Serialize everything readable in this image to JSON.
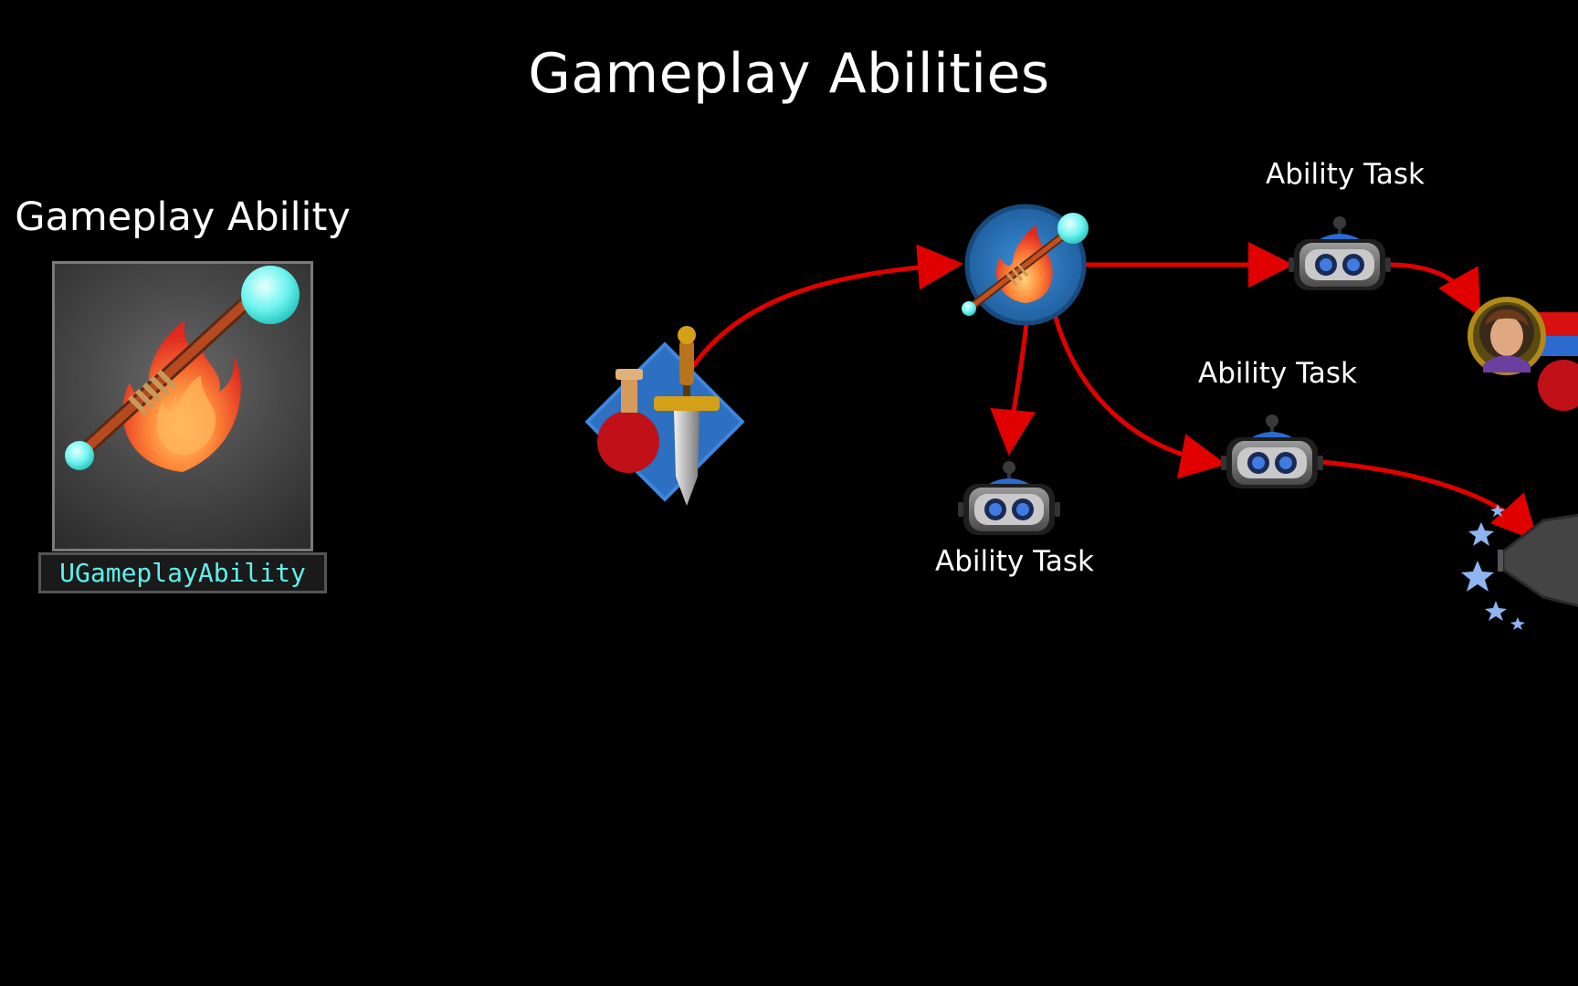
{
  "title": "Gameplay Abilities",
  "side": {
    "heading": "Gameplay Ability",
    "icon": "fire-staff-icon",
    "class_name": "UGameplayAbility"
  },
  "diagram": {
    "nodes": [
      {
        "id": "character",
        "icon": "potion-sword-icon"
      },
      {
        "id": "ability",
        "icon": "fire-staff-icon"
      },
      {
        "id": "task-top",
        "icon": "robot-icon",
        "label": "Ability Task"
      },
      {
        "id": "task-middle",
        "icon": "robot-icon",
        "label": "Ability Task"
      },
      {
        "id": "task-bottom",
        "icon": "robot-icon",
        "label": "Ability Task"
      },
      {
        "id": "target-character",
        "icon": "character-portrait-icon"
      },
      {
        "id": "cue",
        "icon": "megaphone-stars-icon"
      }
    ],
    "edges": [
      {
        "from": "character",
        "to": "ability"
      },
      {
        "from": "ability",
        "to": "task-top"
      },
      {
        "from": "ability",
        "to": "task-middle"
      },
      {
        "from": "ability",
        "to": "task-bottom"
      },
      {
        "from": "task-top",
        "to": "target-character"
      },
      {
        "from": "task-middle",
        "to": "cue"
      }
    ],
    "colors": {
      "arrow": "#e00000",
      "accent_cyan": "#5ff0ec",
      "diamond_blue": "#2d6fc0",
      "background": "#000000"
    }
  }
}
